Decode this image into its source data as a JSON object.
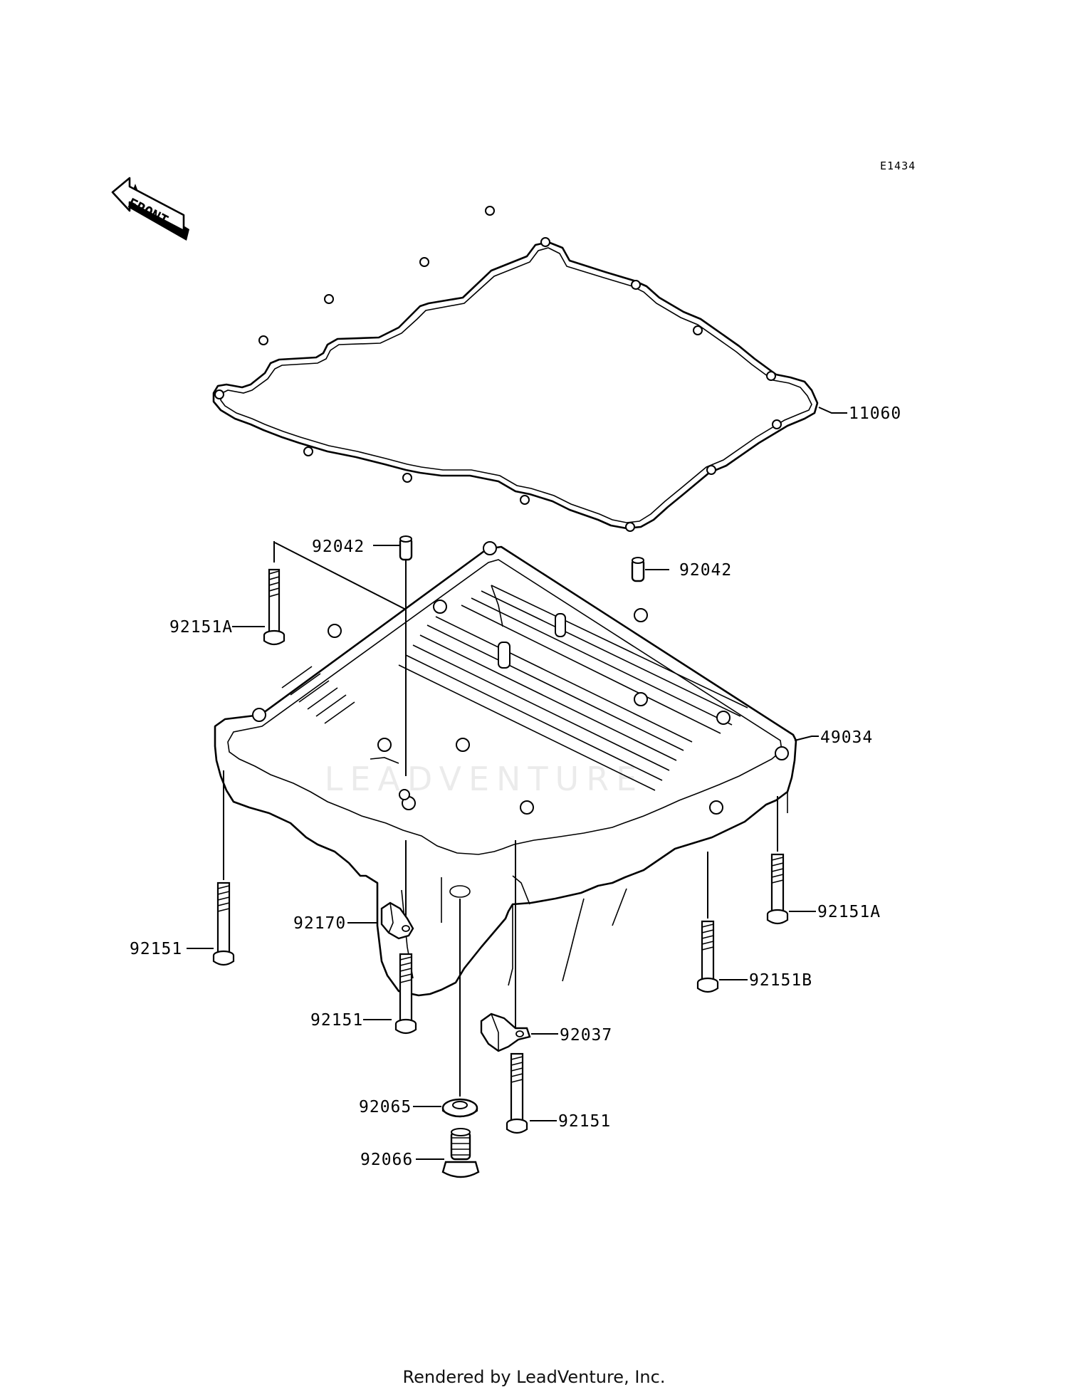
{
  "diagram": {
    "ref_code": "E1434",
    "front_text": "FRONT",
    "parts": [
      {
        "id": "11060",
        "label": "11060"
      },
      {
        "id": "49034",
        "label": "49034"
      },
      {
        "id": "92042a",
        "label": "92042"
      },
      {
        "id": "92042b",
        "label": "92042"
      },
      {
        "id": "92151A-left",
        "label": "92151A"
      },
      {
        "id": "92151A-right",
        "label": "92151A"
      },
      {
        "id": "92151B",
        "label": "92151B"
      },
      {
        "id": "92151-left",
        "label": "92151"
      },
      {
        "id": "92151-center",
        "label": "92151"
      },
      {
        "id": "92151-bottom",
        "label": "92151"
      },
      {
        "id": "92170",
        "label": "92170"
      },
      {
        "id": "92037",
        "label": "92037"
      },
      {
        "id": "92065",
        "label": "92065"
      },
      {
        "id": "92066",
        "label": "92066"
      }
    ]
  },
  "watermark": "LEADVENTURE",
  "footer": {
    "text": "Rendered by LeadVenture, Inc."
  }
}
